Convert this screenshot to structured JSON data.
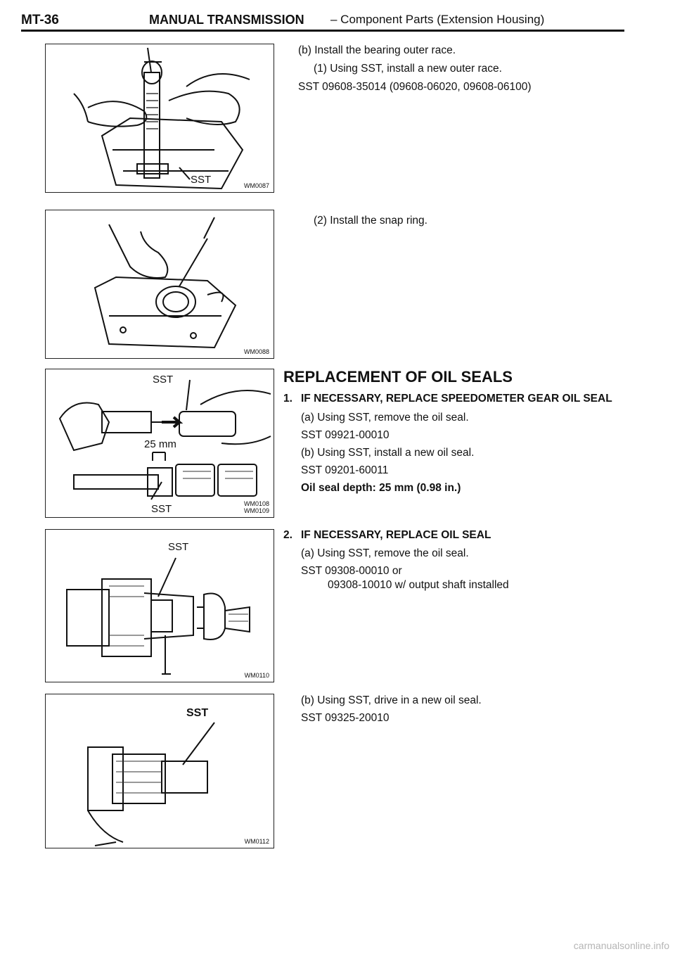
{
  "header": {
    "page_no": "MT-36",
    "section": "MANUAL TRANSMISSION",
    "subsection": "– Component Parts (Extension Housing)"
  },
  "figures": [
    {
      "code": "WM0087",
      "labels": [
        "SST"
      ]
    },
    {
      "code": "WM0088",
      "labels": []
    },
    {
      "code_lines": [
        "WM0108",
        "WM0109"
      ],
      "labels": [
        "SST",
        "25 mm",
        "SST"
      ]
    },
    {
      "code": "WM0110",
      "labels": [
        "SST"
      ]
    },
    {
      "code": "WM0112",
      "labels": [
        "SST"
      ]
    }
  ],
  "text": {
    "b1": "(b)  Install the bearing outer race.",
    "b1_1": "(1)  Using SST, install a new outer race.",
    "sst1": "SST 09608-35014 (09608-06020, 09608-06100)",
    "b2": "(2)  Install the snap ring.",
    "heading": "REPLACEMENT OF OIL SEALS",
    "s1_num": "1.",
    "s1_title": "IF NECESSARY, REPLACE SPEEDOMETER GEAR OIL SEAL",
    "s1a": "(a)  Using SST, remove the oil seal.",
    "s1a_sst": "SST 09921-00010",
    "s1b": "(b)  Using SST, install a new oil seal.",
    "s1b_sst": "SST 09201-60011",
    "s1_depth": "Oil seal depth:   25 mm (0.98 in.)",
    "s2_num": "2.",
    "s2_title": "IF NECESSARY, REPLACE OIL SEAL",
    "s2a": "(a)  Using SST, remove the oil seal.",
    "s2a_sst": "SST 09308-00010 or",
    "s2a_sst2": "09308-10010 w/ output shaft installed",
    "s2b": "(b)  Using SST, drive in a new oil seal.",
    "s2b_sst": "SST 09325-20010"
  },
  "watermark": "carmanualsonline.info"
}
